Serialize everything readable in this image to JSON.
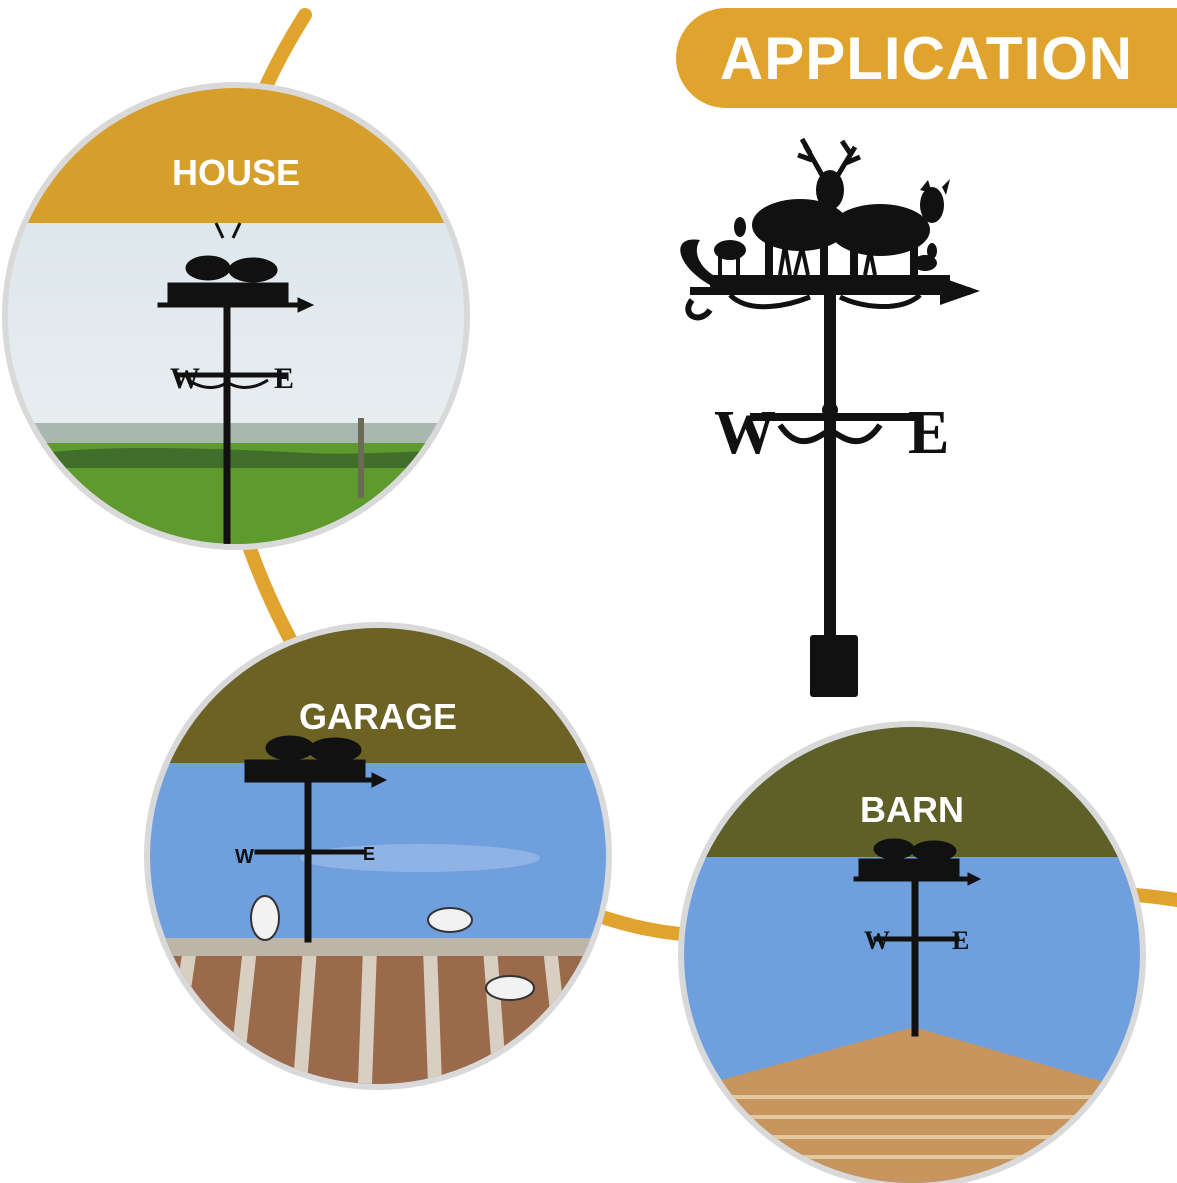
{
  "banner": {
    "title": "APPLICATION"
  },
  "scenes": {
    "house": {
      "label": "HOUSE"
    },
    "garage": {
      "label": "GARAGE"
    },
    "barn": {
      "label": "BARN"
    }
  },
  "compass": {
    "west": "W",
    "east": "E"
  },
  "colors": {
    "accent": "#e0a42e",
    "house_band": "#d69e2a",
    "garage_band": "#6b6223",
    "barn_band": "#5f5f28",
    "sky": "#6f9fdd",
    "silhouette": "#111111"
  },
  "icons": [
    "deer-weathervane-icon",
    "weathervane-icon"
  ]
}
